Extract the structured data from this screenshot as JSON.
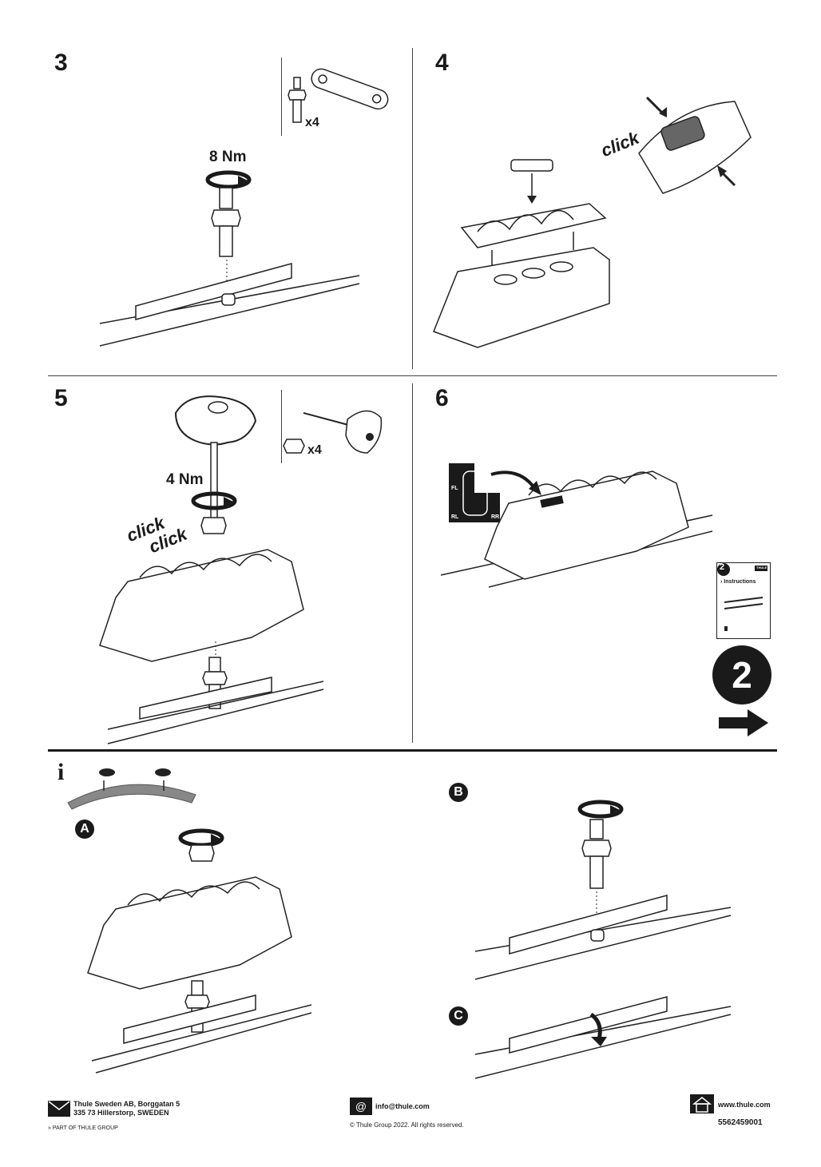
{
  "steps": {
    "s3": {
      "number": "3",
      "torque": "8 Nm",
      "qty": "x4"
    },
    "s4": {
      "number": "4",
      "click": "click"
    },
    "s5": {
      "number": "5",
      "torque": "4 Nm",
      "qty": "x4",
      "click1": "click",
      "click2": "click"
    },
    "s6": {
      "number": "6",
      "pos_fl": "FL",
      "pos_rl": "RL",
      "pos_rr": "RR"
    }
  },
  "info": {
    "icon": "i",
    "variant_a": "A",
    "variant_b": "B",
    "variant_c": "C"
  },
  "next_booklet": {
    "number": "2",
    "cover_number": "2",
    "cover_text": "› Instructions",
    "cover_brand": "THULE"
  },
  "footer": {
    "address_line1": "Thule Sweden AB, Borggatan 5",
    "address_line2": "335 73 Hillerstorp, SWEDEN",
    "group": "PART OF THULE GROUP",
    "email": "info@thule.com",
    "copyright": "© Thule Group 2022. All rights reserved.",
    "web": "www.thule.com",
    "doc_number": "5562459001"
  },
  "icons": [
    "envelope-icon",
    "email-at-icon",
    "house-icon",
    "arrow-right-icon",
    "info-icon"
  ]
}
